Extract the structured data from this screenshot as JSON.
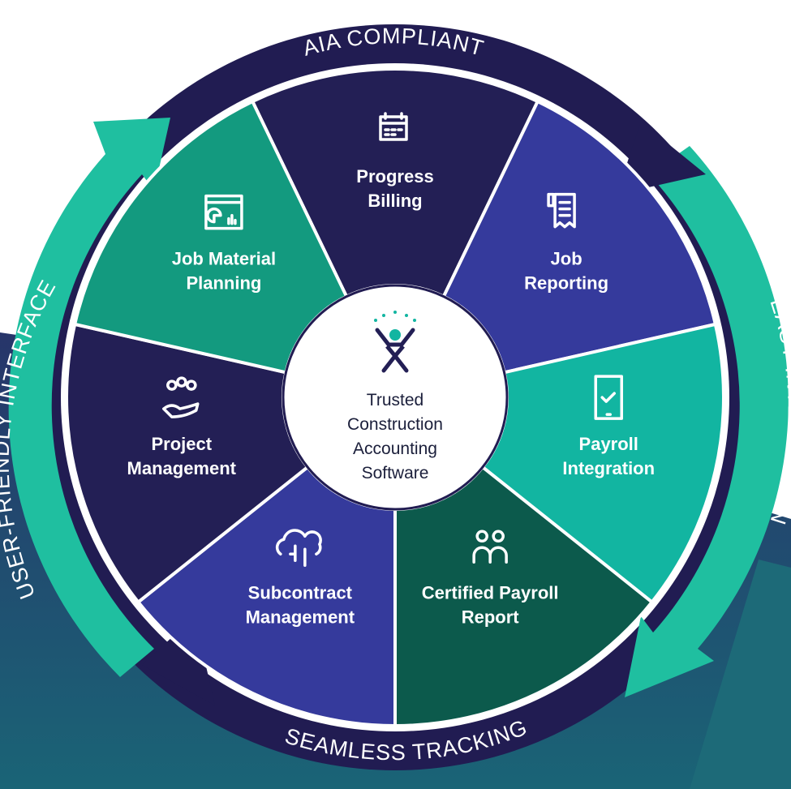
{
  "ring_labels": {
    "top": "AIA COMPLIANT",
    "right": "EASY INTEGRATION",
    "bottom": "SEAMLESS TRACKING",
    "left": "USER-FRIENDLY INTERFACE"
  },
  "center": {
    "lines": [
      "Trusted",
      "Construction",
      "Accounting",
      "Software"
    ]
  },
  "segments": [
    {
      "id": "progress-billing",
      "lines": [
        "Progress",
        "Billing"
      ],
      "icon": "calendar-clock-icon",
      "color": "#231f55"
    },
    {
      "id": "job-reporting",
      "lines": [
        "Job",
        "Reporting"
      ],
      "icon": "document-icon",
      "color": "#353a9c"
    },
    {
      "id": "payroll-integration",
      "lines": [
        "Payroll",
        "Integration"
      ],
      "icon": "tablet-check-icon",
      "color": "#12b5a1"
    },
    {
      "id": "certified-payroll-report",
      "lines": [
        "Certified Payroll",
        "Report"
      ],
      "icon": "people-heart-icon",
      "color": "#0c5a4c"
    },
    {
      "id": "subcontract-management",
      "lines": [
        "Subcontract",
        "Management"
      ],
      "icon": "cloud-circuit-icon",
      "color": "#353a9c"
    },
    {
      "id": "project-management",
      "lines": [
        "Project",
        "Management"
      ],
      "icon": "hand-people-icon",
      "color": "#231f55"
    },
    {
      "id": "job-material-planning",
      "lines": [
        "Job Material",
        "Planning"
      ],
      "icon": "chart-window-icon",
      "color": "#139a7f"
    }
  ],
  "colors": {
    "navy_ring": "#211c52",
    "teal_arrow": "#1fbfa0",
    "background_navy": "#1f3a66",
    "background_teal": "#1a5e74"
  }
}
